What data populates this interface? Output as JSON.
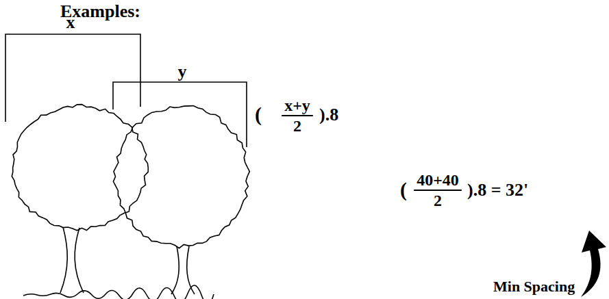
{
  "diagram": {
    "title": "Examples:",
    "labels": [
      "x",
      "y",
      "(",
      "x+y",
      "2",
      ").8",
      "(",
      "40+40",
      "2",
      ").8 = 32'",
      "Min Spacing"
    ]
  }
}
